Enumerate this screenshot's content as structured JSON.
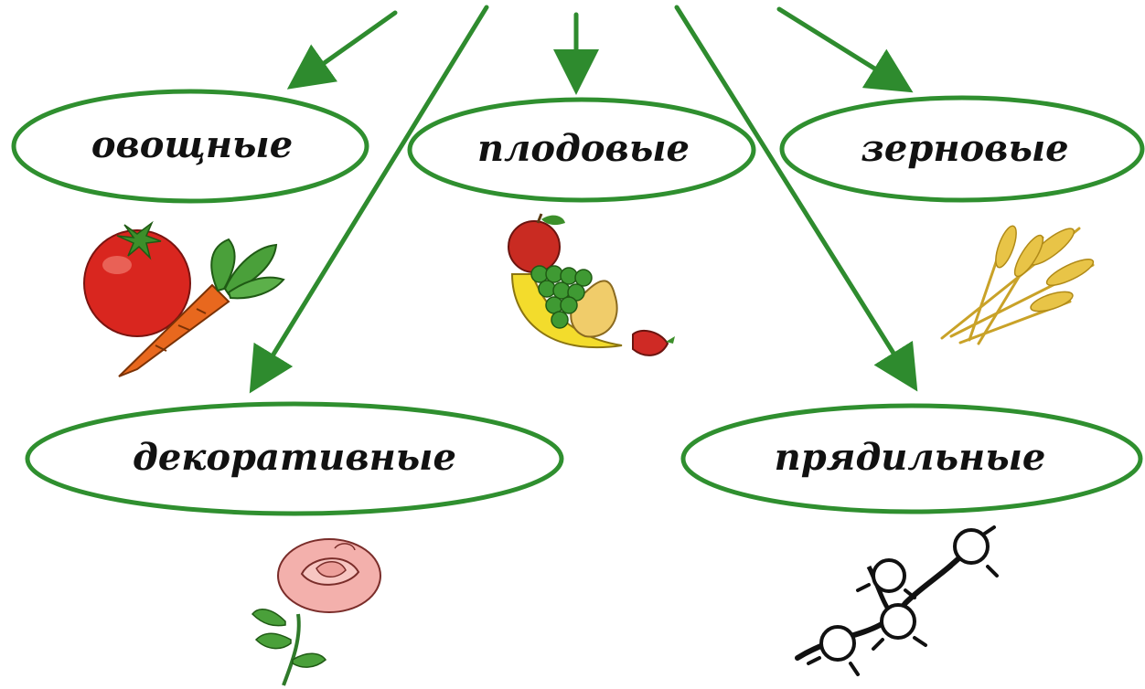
{
  "colors": {
    "arrow": "#2e8b2e",
    "ellipse_stroke": "#2f8f2f",
    "text": "#111111"
  },
  "categories": [
    {
      "label": "овощные",
      "icon": "vegetables-icon"
    },
    {
      "label": "плодовые",
      "icon": "fruits-icon"
    },
    {
      "label": "зерновые",
      "icon": "wheat-icon"
    },
    {
      "label": "декоративные",
      "icon": "rose-icon"
    },
    {
      "label": "прядильные",
      "icon": "cotton-icon"
    }
  ]
}
